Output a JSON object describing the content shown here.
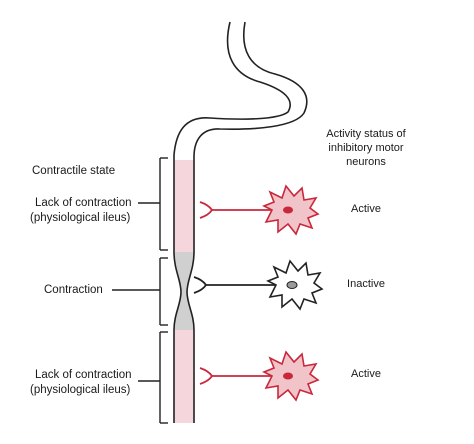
{
  "labels": {
    "contractile_state": "Contractile state",
    "segment_top_line1": "Lack of contraction",
    "segment_top_line2": "(physiological ileus)",
    "segment_mid": "Contraction",
    "segment_bot_line1": "Lack of contraction",
    "segment_bot_line2": "(physiological ileus)",
    "activity_line1": "Activity status of",
    "activity_line2": "inhibitory motor",
    "activity_line3": "neurons",
    "status_top": "Active",
    "status_mid": "Inactive",
    "status_bot": "Active"
  },
  "colors": {
    "active_neuron": "#c8283c",
    "active_fill": "#f1c4c9",
    "inactive_neuron": "#222222",
    "inactive_fill": "#ffffff",
    "relaxed_tube": "#f4d6dc",
    "contracted_tube": "#d0d0d0",
    "outline": "#222222"
  }
}
